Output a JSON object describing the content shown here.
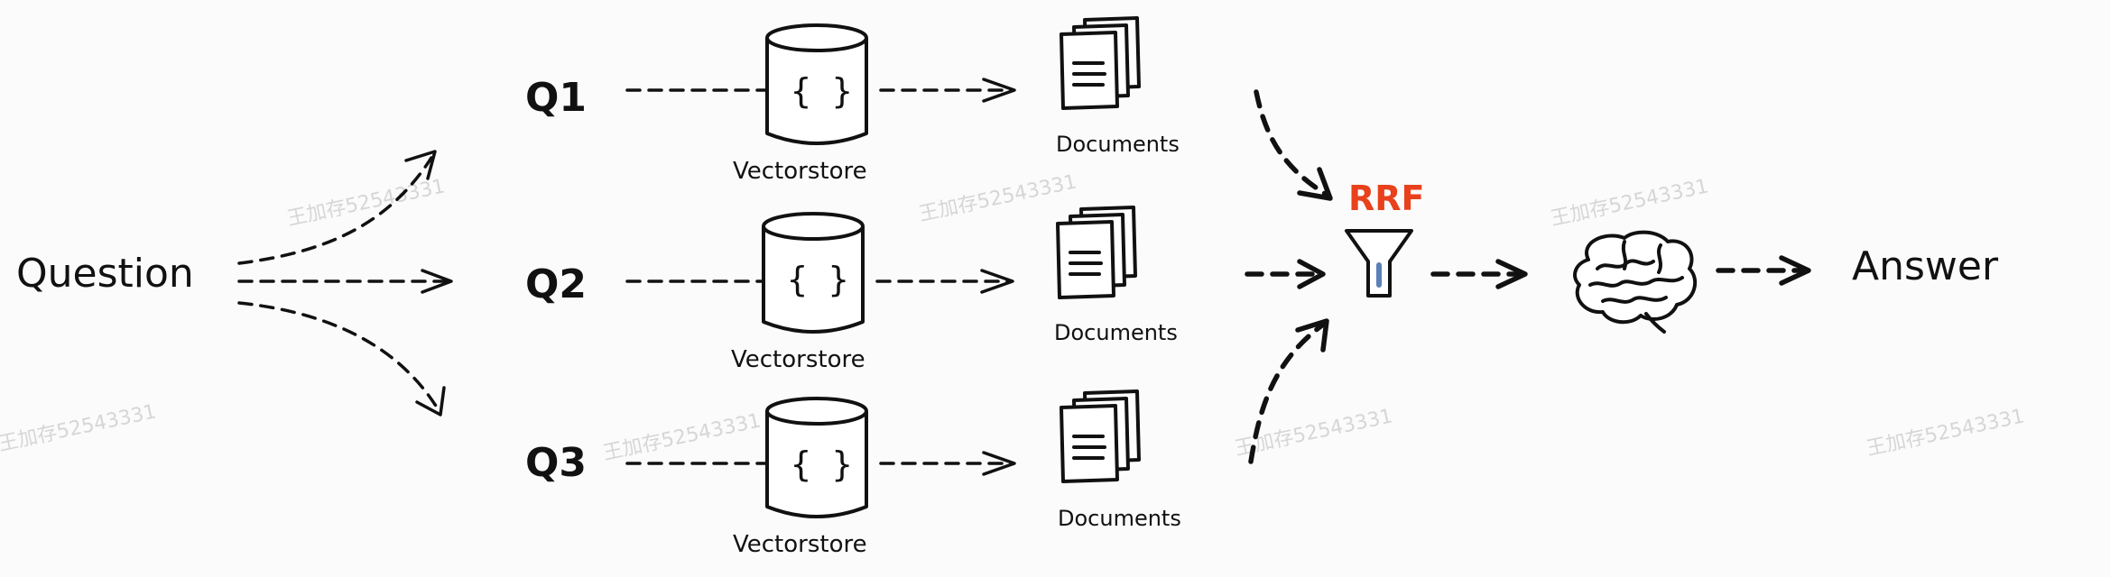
{
  "question_label": "Question",
  "queries": [
    {
      "label": "Q1",
      "store_label": "Vectorstore",
      "store_symbol": "{ }",
      "docs_label": "Documents"
    },
    {
      "label": "Q2",
      "store_label": "Vectorstore",
      "store_symbol": "{ }",
      "docs_label": "Documents"
    },
    {
      "label": "Q3",
      "store_label": "Vectorstore",
      "store_symbol": "{ }",
      "docs_label": "Documents"
    }
  ],
  "fusion": {
    "label": "RRF",
    "color": "#e8411c",
    "icon": "funnel-icon"
  },
  "llm": {
    "icon": "brain-icon"
  },
  "answer_label": "Answer",
  "watermark_text": "王加存52543331",
  "colors": {
    "ink": "#111111",
    "accent": "#e8411c",
    "filter_bar": "#5b7fb8"
  }
}
